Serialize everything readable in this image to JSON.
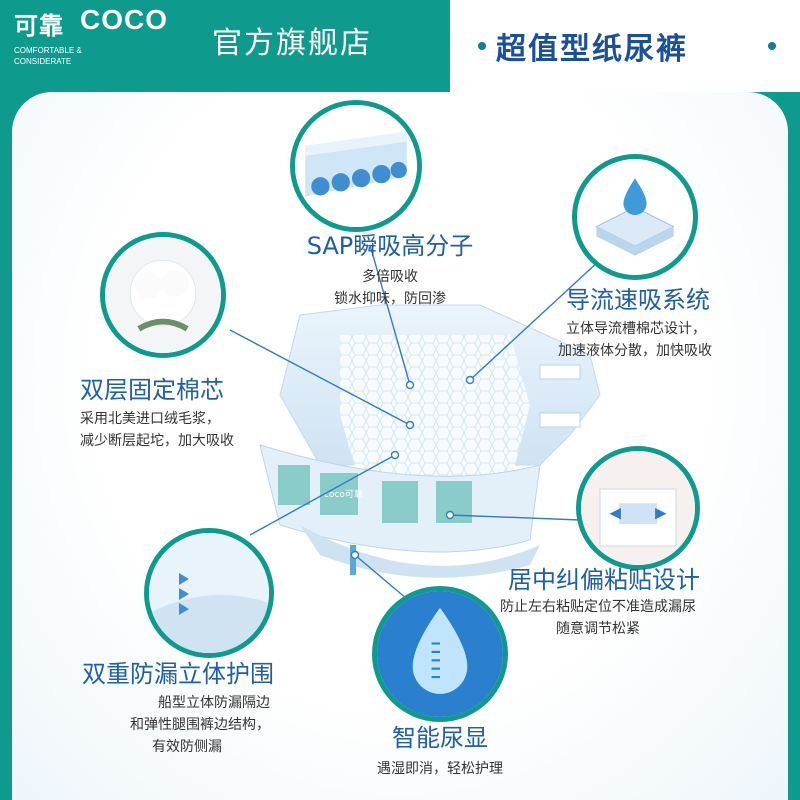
{
  "header": {
    "logo_cn": "可靠",
    "logo_en": "COCO",
    "logo_tagline_1": "COMFORTABLE &",
    "logo_tagline_2": "CONSIDERATE",
    "store_name": "官方旗舰店",
    "product_title": "超值型纸尿裤"
  },
  "features": {
    "sap": {
      "title": "SAP瞬吸高分子",
      "desc_1": "多倍吸收",
      "desc_2": "锁水抑味，防回渗"
    },
    "diversion": {
      "title": "导流速吸系统",
      "desc_1": "立体导流槽棉芯设计，",
      "desc_2": "加速液体分散，加快吸收"
    },
    "cotton_core": {
      "title": "双层固定棉芯",
      "desc_1": "采用北美进口绒毛浆，",
      "desc_2": "减少断层起坨，加大吸收"
    },
    "centered_tape": {
      "title": "居中纠偏粘贴设计",
      "desc_1": "防止左右粘贴定位不准造成漏尿",
      "desc_2": "随意调节松紧"
    },
    "leak_guard": {
      "title": "双重防漏立体护围",
      "desc_1": "船型立体防漏隔边",
      "desc_2": "和弹性腿围裤边结构，",
      "desc_3": "有效防侧漏"
    },
    "wetness_indicator": {
      "title": "智能尿显",
      "desc_1": "遇湿即消，轻松护理"
    }
  },
  "product_print": {
    "brand": "coco可靠"
  },
  "colors": {
    "brand_teal": "#0e9b8e",
    "title_blue": "#1f5ea8",
    "banner_blue": "#1a4f9c",
    "line_blue": "#2f7dc4"
  }
}
